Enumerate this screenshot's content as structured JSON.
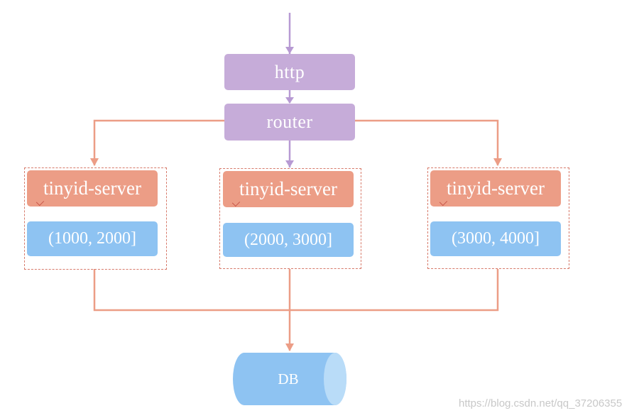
{
  "nodes": {
    "http": "http",
    "router": "router",
    "db": "DB"
  },
  "servers": [
    {
      "name": "tinyid-server",
      "range": "(1000, 2000]"
    },
    {
      "name": "tinyid-server",
      "range": "(2000, 3000]"
    },
    {
      "name": "tinyid-server",
      "range": "(3000, 4000]"
    }
  ],
  "colors": {
    "purple_box": "#c6acd9",
    "purple_arrow": "#b79ad3",
    "server_box": "#ec9d86",
    "range_box": "#8ec3f2",
    "connector": "#ec9d86",
    "group_border": "#d77a6a",
    "db": "#8ec3f2"
  },
  "watermark": "https://blog.csdn.net/qq_37206355"
}
